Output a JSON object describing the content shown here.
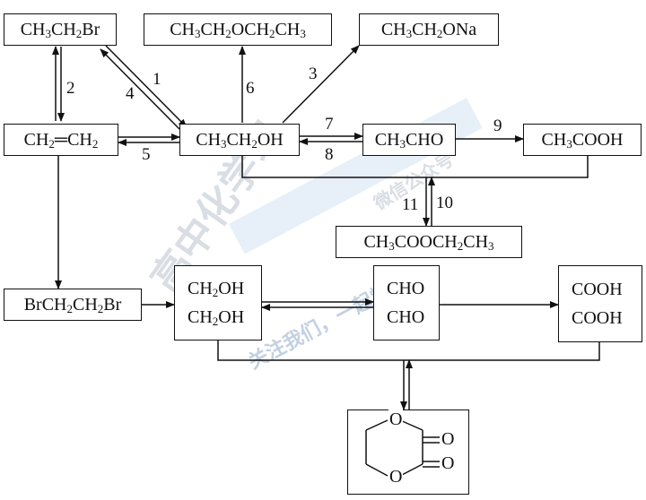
{
  "compounds": {
    "bromoethane": "CH3CH2Br",
    "diethyl_ether": "CH3CH2OCH2CH3",
    "sodium_ethoxide": "CH3CH2ONa",
    "ethylene": "CH2═CH2",
    "ethanol": "CH3CH2OH",
    "acetaldehyde": "CH3CHO",
    "acetic_acid": "CH3COOH",
    "ethyl_acetate": "CH3COOCH2CH3",
    "dibromoethane": "BrCH2CH2Br",
    "ethylene_glycol": [
      "CH2OH",
      "CH2OH"
    ],
    "glyoxal": [
      "CHO",
      "CHO"
    ],
    "oxalic_acid": [
      "COOH",
      "COOH"
    ],
    "cyclic_ester_atoms": [
      "O",
      "O",
      "O",
      "O"
    ]
  },
  "steps": [
    "1",
    "2",
    "3",
    "4",
    "5",
    "6",
    "7",
    "8",
    "9",
    "10",
    "11"
  ],
  "watermark": {
    "main": "高中化学习",
    "side": "微信公众号",
    "band": "关注我们，一起学习"
  }
}
